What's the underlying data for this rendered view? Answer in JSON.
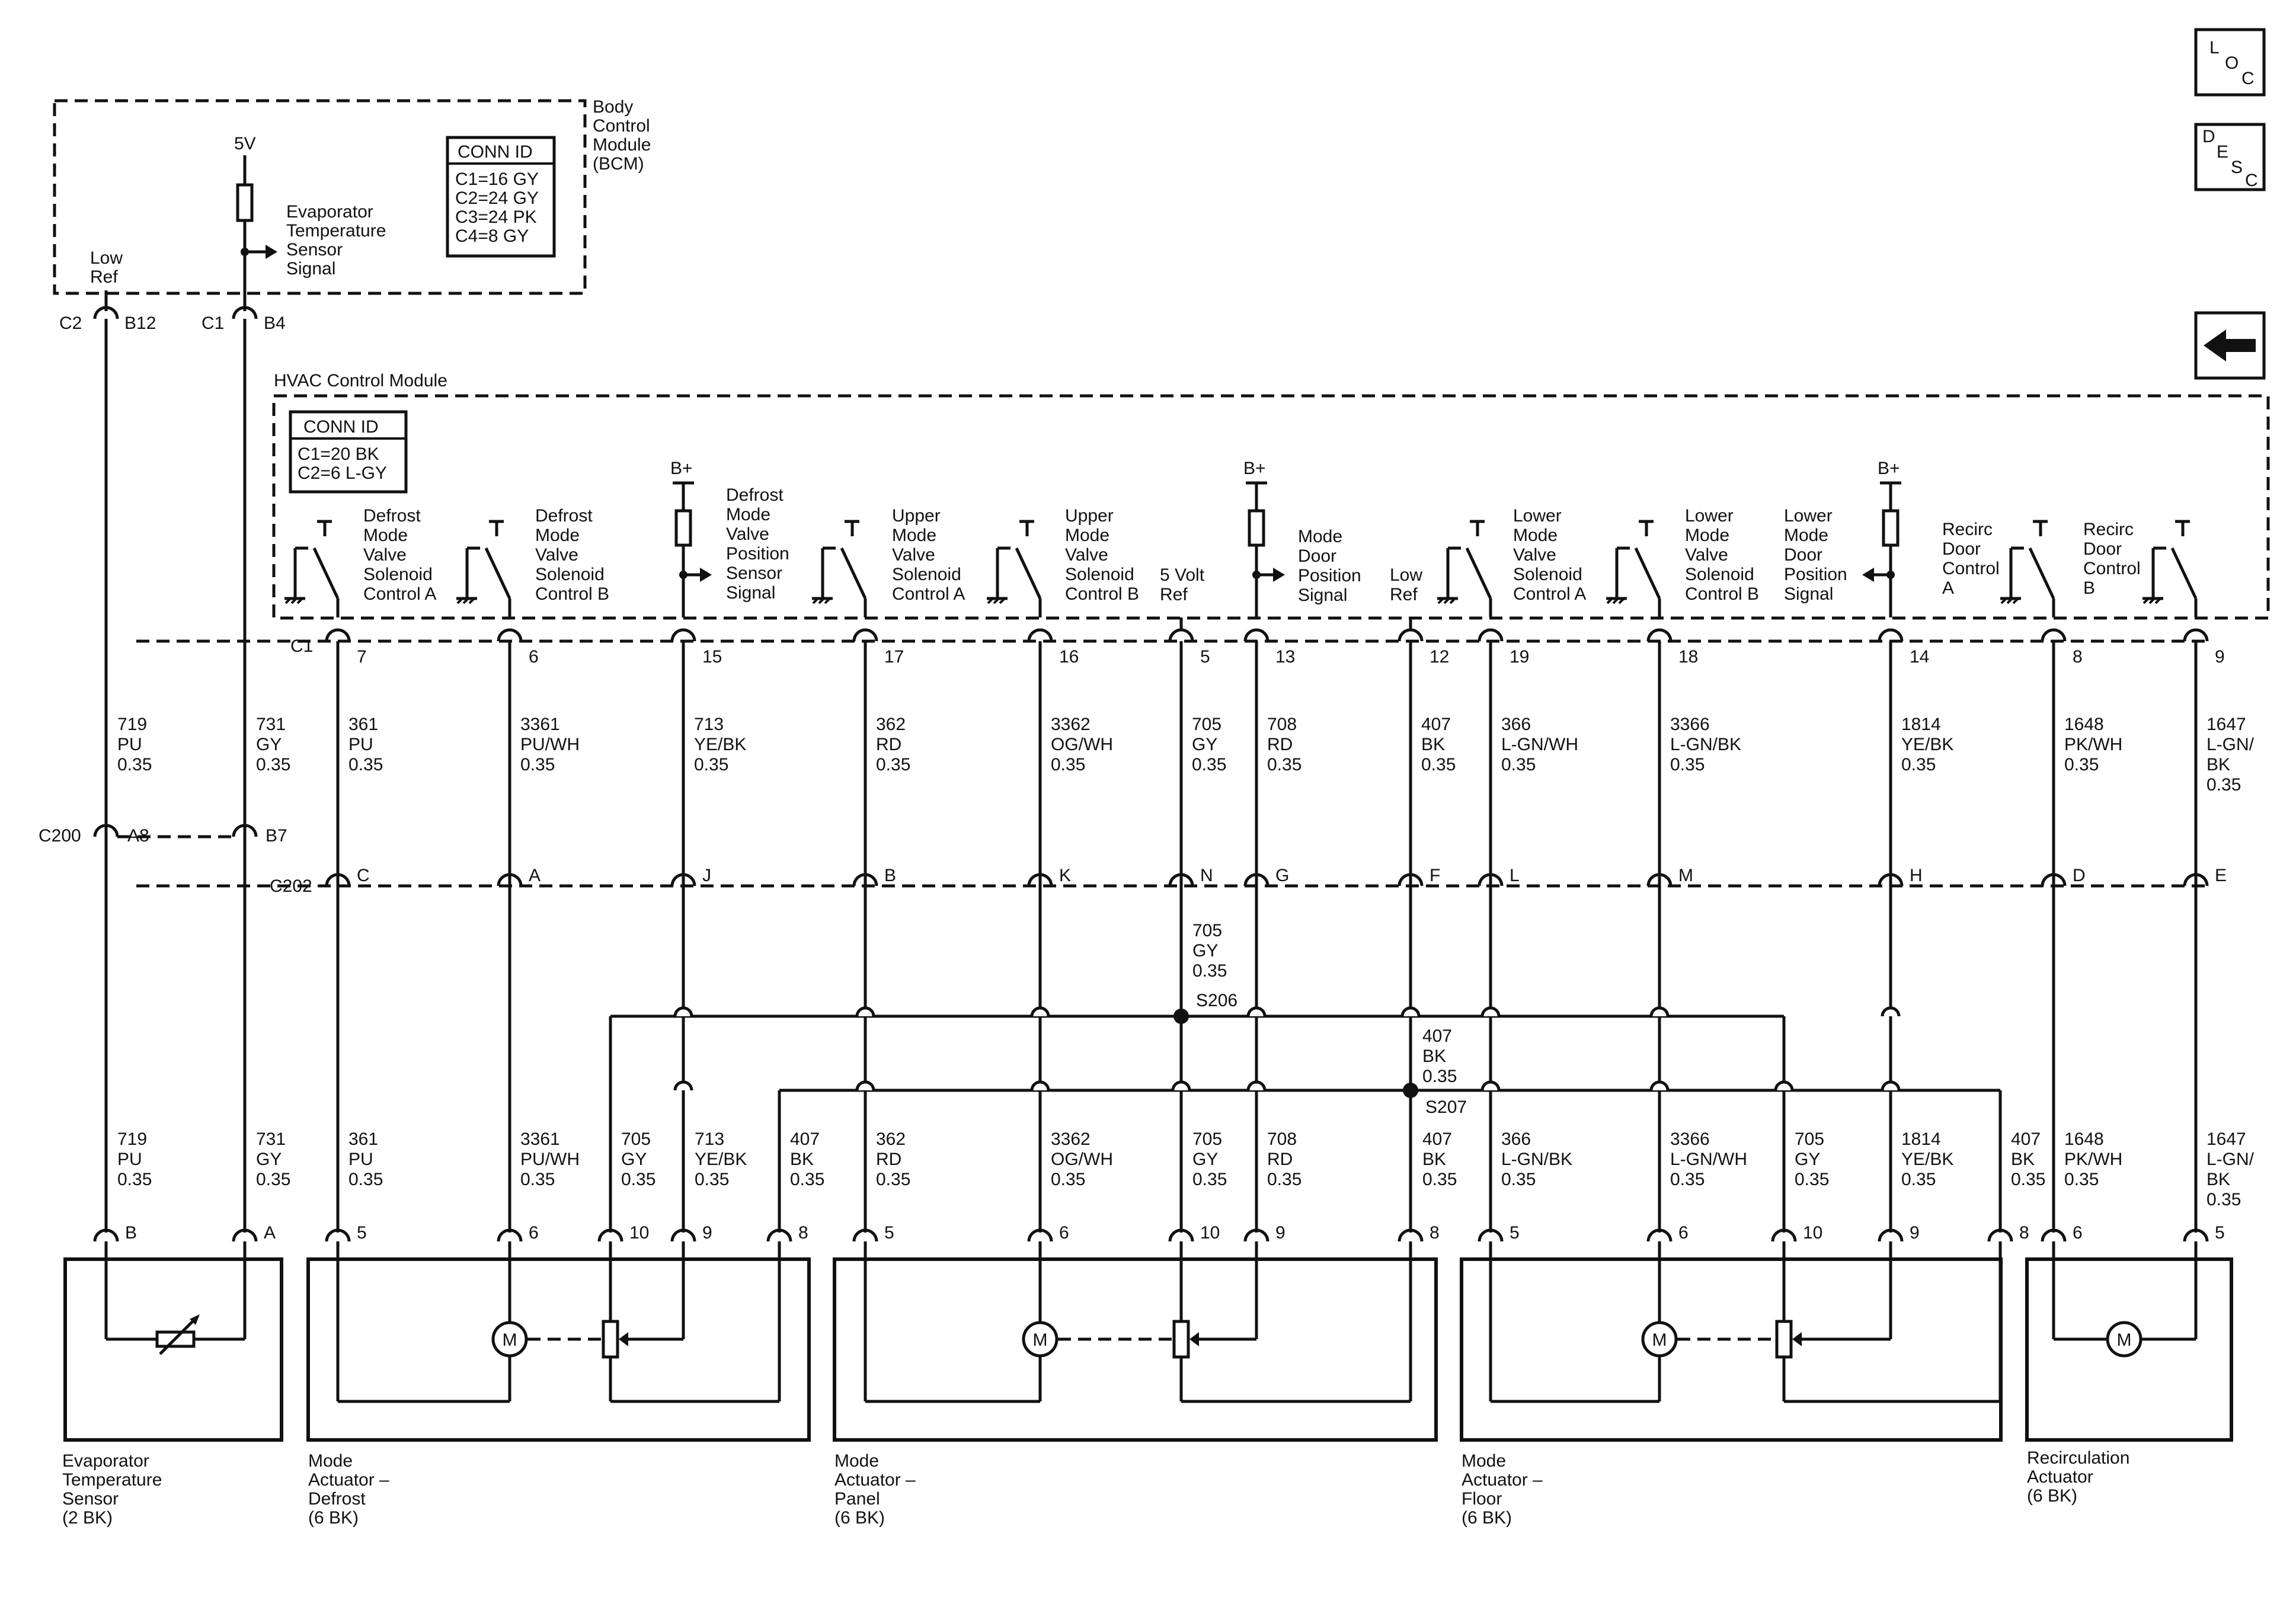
{
  "nav": {
    "loc": [
      "L",
      "O",
      "C"
    ],
    "desc": [
      "D",
      "E",
      "S",
      "C"
    ]
  },
  "bcm": {
    "title": [
      "Body",
      "Control",
      "Module",
      "(BCM)"
    ],
    "supply": "5V",
    "signal": [
      "Evaporator",
      "Temperature",
      "Sensor",
      "Signal"
    ],
    "low_ref": [
      "Low",
      "Ref"
    ],
    "conn_id": {
      "header": "CONN ID",
      "lines": [
        "C1=16 GY",
        "C2=24 GY",
        "C3=24 PK",
        "C4=8 GY"
      ]
    },
    "pins": [
      {
        "conn": "C2",
        "pin": "B12"
      },
      {
        "conn": "C1",
        "pin": "B4"
      }
    ]
  },
  "hvac": {
    "title": "HVAC Control Module",
    "conn_id": {
      "header": "CONN ID",
      "lines": [
        "C1=20 BK",
        "C2=6 L-GY"
      ]
    },
    "conn": "C1",
    "bplus": "B+",
    "functions": [
      [
        "Defrost",
        "Mode",
        "Valve",
        "Solenoid",
        "Control A"
      ],
      [
        "Defrost",
        "Mode",
        "Valve",
        "Solenoid",
        "Control B"
      ],
      [
        "Defrost",
        "Mode",
        "Valve",
        "Position",
        "Sensor",
        "Signal"
      ],
      [
        "Upper",
        "Mode",
        "Valve",
        "Solenoid",
        "Control A"
      ],
      [
        "Upper",
        "Mode",
        "Valve",
        "Solenoid",
        "Control B"
      ],
      [
        "5 Volt",
        "Ref"
      ],
      [
        "Mode",
        "Door",
        "Position",
        "Signal"
      ],
      [
        "Low",
        "Ref"
      ],
      [
        "Lower",
        "Mode",
        "Valve",
        "Solenoid",
        "Control A"
      ],
      [
        "Lower",
        "Mode",
        "Valve",
        "Solenoid",
        "Control B"
      ],
      [
        "Lower",
        "Mode",
        "Door",
        "Position",
        "Signal"
      ],
      [
        "Recirc",
        "Door",
        "Control",
        "A"
      ],
      [
        "Recirc",
        "Door",
        "Control",
        "B"
      ]
    ],
    "pins": [
      "7",
      "6",
      "15",
      "17",
      "16",
      "5",
      "13",
      "12",
      "19",
      "18",
      "14",
      "8",
      "9"
    ]
  },
  "upper_wires": [
    [
      "719",
      "PU",
      "0.35"
    ],
    [
      "731",
      "GY",
      "0.35"
    ],
    [
      "361",
      "PU",
      "0.35"
    ],
    [
      "3361",
      "PU/WH",
      "0.35"
    ],
    [
      "713",
      "YE/BK",
      "0.35"
    ],
    [
      "362",
      "RD",
      "0.35"
    ],
    [
      "3362",
      "OG/WH",
      "0.35"
    ],
    [
      "705",
      "GY",
      "0.35"
    ],
    [
      "708",
      "RD",
      "0.35"
    ],
    [
      "407",
      "BK",
      "0.35"
    ],
    [
      "366",
      "L-GN/WH",
      "0.35"
    ],
    [
      "3366",
      "L-GN/BK",
      "0.35"
    ],
    [
      "1814",
      "YE/BK",
      "0.35"
    ],
    [
      "1648",
      "PK/WH",
      "0.35"
    ],
    [
      "1647",
      "L-GN/",
      "BK",
      "0.35"
    ]
  ],
  "c200": {
    "name": "C200",
    "pins": [
      "A8",
      "B7"
    ]
  },
  "c202": {
    "name": "C202",
    "pins": [
      "C",
      "A",
      "J",
      "B",
      "K",
      "N",
      "G",
      "F",
      "L",
      "M",
      "H",
      "D",
      "E"
    ]
  },
  "splices": {
    "s206": {
      "name": "S206",
      "wire": [
        "705",
        "GY",
        "0.35"
      ]
    },
    "s207": {
      "name": "S207",
      "wire": [
        "407",
        "BK",
        "0.35"
      ]
    }
  },
  "lower_wires": [
    [
      "719",
      "PU",
      "0.35"
    ],
    [
      "731",
      "GY",
      "0.35"
    ],
    [
      "361",
      "PU",
      "0.35"
    ],
    [
      "3361",
      "PU/WH",
      "0.35"
    ],
    [
      "705",
      "GY",
      "0.35"
    ],
    [
      "713",
      "YE/BK",
      "0.35"
    ],
    [
      "407",
      "BK",
      "0.35"
    ],
    [
      "362",
      "RD",
      "0.35"
    ],
    [
      "3362",
      "OG/WH",
      "0.35"
    ],
    [
      "705",
      "GY",
      "0.35"
    ],
    [
      "708",
      "RD",
      "0.35"
    ],
    [
      "407",
      "BK",
      "0.35"
    ],
    [
      "366",
      "L-GN/BK",
      "0.35"
    ],
    [
      "3366",
      "L-GN/WH",
      "0.35"
    ],
    [
      "705",
      "GY",
      "0.35"
    ],
    [
      "1814",
      "YE/BK",
      "0.35"
    ],
    [
      "407",
      "BK",
      "0.35"
    ],
    [
      "1648",
      "PK/WH",
      "0.35"
    ],
    [
      "1647",
      "L-GN/",
      "BK",
      "0.35"
    ]
  ],
  "component_pins": [
    "B",
    "A",
    "5",
    "6",
    "10",
    "9",
    "8",
    "5",
    "6",
    "10",
    "9",
    "8",
    "5",
    "6",
    "10",
    "9",
    "8",
    "6",
    "5"
  ],
  "motor_symbol": "M",
  "components": [
    [
      "Evaporator",
      "Temperature",
      "Sensor",
      "(2 BK)"
    ],
    [
      "Mode",
      "Actuator –",
      "Defrost",
      "(6 BK)"
    ],
    [
      "Mode",
      "Actuator –",
      "Panel",
      "(6 BK)"
    ],
    [
      "Mode",
      "Actuator –",
      "Floor",
      "(6 BK)"
    ],
    [
      "Recirculation",
      "Actuator",
      "(6 BK)"
    ]
  ]
}
